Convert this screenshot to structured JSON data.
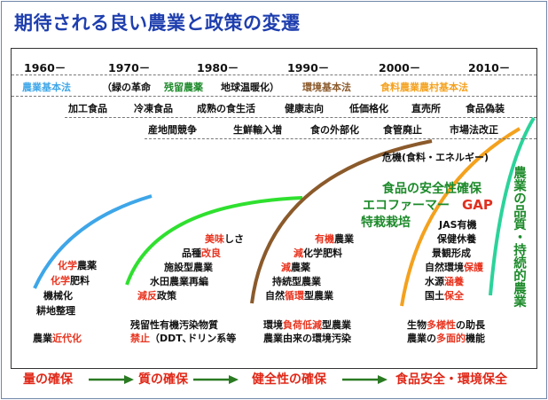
{
  "title": "期待される良い農業と政策の変遷",
  "decades": [
    "1960－",
    "1970－",
    "1980－",
    "1990－",
    "2000－",
    "2010－"
  ],
  "policy_row": {
    "basic_law": "農業基本法",
    "green_rev": "（緑の革命",
    "residue_law": "残留農薬",
    "warming": "地球温暖化）",
    "env_law": "環境基本法",
    "food_law": "食料農業農村基本法"
  },
  "row2": [
    "加工食品",
    "冷凍食品",
    "成熟の食生活",
    "健康志向",
    "低価格化",
    "直売所",
    "食品偽装"
  ],
  "row3": [
    "産地間競争",
    "生鮮輸入増",
    "食の外部化",
    "食管廃止",
    "市場法改正"
  ],
  "crisis": "危機(食料・エネルギー)",
  "era1": {
    "items": [
      {
        "parts": [
          {
            "text": "化学",
            "red": true
          },
          {
            "text": "農薬",
            "red": false
          }
        ]
      },
      {
        "parts": [
          {
            "text": "化学",
            "red": true
          },
          {
            "text": "肥料",
            "red": false
          }
        ]
      },
      {
        "parts": [
          {
            "text": "機械化",
            "red": false
          }
        ]
      },
      {
        "parts": [
          {
            "text": "耕地整理",
            "red": false
          }
        ]
      }
    ],
    "bottom": [
      {
        "text": "農業",
        "red": false
      },
      {
        "text": "近代化",
        "red": true
      }
    ]
  },
  "era2": {
    "items": [
      {
        "parts": [
          {
            "text": "美味",
            "red": true
          },
          {
            "text": "しさ",
            "red": false
          }
        ]
      },
      {
        "parts": [
          {
            "text": "品種",
            "red": false
          },
          {
            "text": "改良",
            "red": true
          }
        ]
      },
      {
        "parts": [
          {
            "text": "施設型農業",
            "red": false
          }
        ]
      },
      {
        "parts": [
          {
            "text": "水田農業再編",
            "red": false
          }
        ]
      },
      {
        "parts": [
          {
            "text": "減反",
            "red": true
          },
          {
            "text": "政策",
            "red": false
          }
        ]
      }
    ],
    "bottom1": "残留性有機汚染物質",
    "bottom2_red": "禁止",
    "bottom2_rest": "（DDT､ドリン系等"
  },
  "era3": {
    "items": [
      {
        "parts": [
          {
            "text": "有機",
            "red": true
          },
          {
            "text": "農業",
            "red": false
          }
        ]
      },
      {
        "parts": [
          {
            "text": "減",
            "red": true
          },
          {
            "text": "化学肥料",
            "red": false
          }
        ]
      },
      {
        "parts": [
          {
            "text": "減",
            "red": true
          },
          {
            "text": "農薬",
            "red": false
          }
        ]
      },
      {
        "parts": [
          {
            "text": "持続型農業",
            "red": false
          }
        ]
      },
      {
        "parts": [
          {
            "text": "自然",
            "red": false
          },
          {
            "text": "循環",
            "red": true
          },
          {
            "text": "型農業",
            "red": false
          }
        ]
      }
    ],
    "bottom1": [
      {
        "text": "環境",
        "red": false
      },
      {
        "text": "負荷低減",
        "red": true
      },
      {
        "text": "型農業",
        "red": false
      }
    ],
    "bottom2": "農業由来の環境汚染"
  },
  "era4": {
    "safety": "食品の安全性確保",
    "eco": "エコファーマー",
    "gap": "GAP",
    "special": "特栽栽培",
    "items": [
      {
        "parts": [
          {
            "text": "JAS有機",
            "red": false
          }
        ]
      },
      {
        "parts": [
          {
            "text": "保健休養",
            "red": false
          }
        ]
      },
      {
        "parts": [
          {
            "text": "景観形成",
            "red": false
          }
        ]
      },
      {
        "parts": [
          {
            "text": "自然環境",
            "red": false
          },
          {
            "text": "保護",
            "red": true
          }
        ]
      },
      {
        "parts": [
          {
            "text": "水源",
            "red": false
          },
          {
            "text": "涵養",
            "red": true
          }
        ]
      },
      {
        "parts": [
          {
            "text": "国土",
            "red": false
          },
          {
            "text": "保全",
            "red": true
          }
        ]
      }
    ],
    "bottom1": [
      {
        "text": "生物",
        "red": false
      },
      {
        "text": "多様性",
        "red": true
      },
      {
        "text": "の助長",
        "red": false
      }
    ],
    "bottom2": [
      {
        "text": "農業の",
        "red": false
      },
      {
        "text": "多面的",
        "red": true
      },
      {
        "text": "機能",
        "red": false
      }
    ]
  },
  "vertical_label": "農業の品質・持続的農業",
  "bottom_flow": [
    "量の確保",
    "質の確保",
    "健全性の確保",
    "食品安全・環境保全"
  ],
  "colors": {
    "title": "#1f3fae",
    "red": "#e8341f",
    "green_text": "#1c8a2a",
    "arrow": "#2a7a22",
    "curve1": "#3ea6e8",
    "curve2": "#2fe02f",
    "curve3": "#8b5a2b",
    "curve4": "#f4a11d",
    "curve5": "#2bd39a"
  }
}
